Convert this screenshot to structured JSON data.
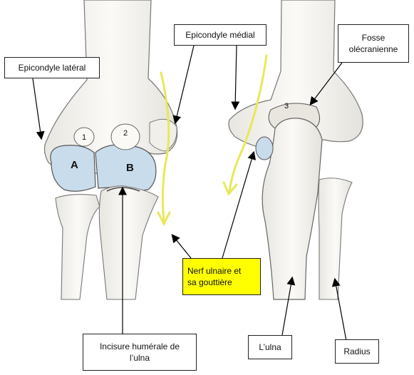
{
  "labels": {
    "lateral_epicondyle": "Epicondyle latéral",
    "medial_epicondyle": "Epicondyle médial",
    "olecranon_fossa_line1": "Fosse",
    "olecranon_fossa_line2": "olécranienne",
    "ulnar_nerve_line1": "Nerf ulnaire et",
    "ulnar_nerve_line2": "sa gouttière",
    "humeral_notch_line1": "Incisure humérale de",
    "humeral_notch_line2": "l’ulna",
    "ulna": "L’ulna",
    "radius": "Radius"
  },
  "markers": {
    "one": "1",
    "two": "2",
    "three": "3",
    "a": "A",
    "b": "B"
  },
  "colors": {
    "nerve_arrow": "#e8e85a",
    "highlight_box": "#ffff00",
    "cartilage": "#c9dcec",
    "bone_fill": "#f7f6f2",
    "bone_outline": "#555555"
  }
}
